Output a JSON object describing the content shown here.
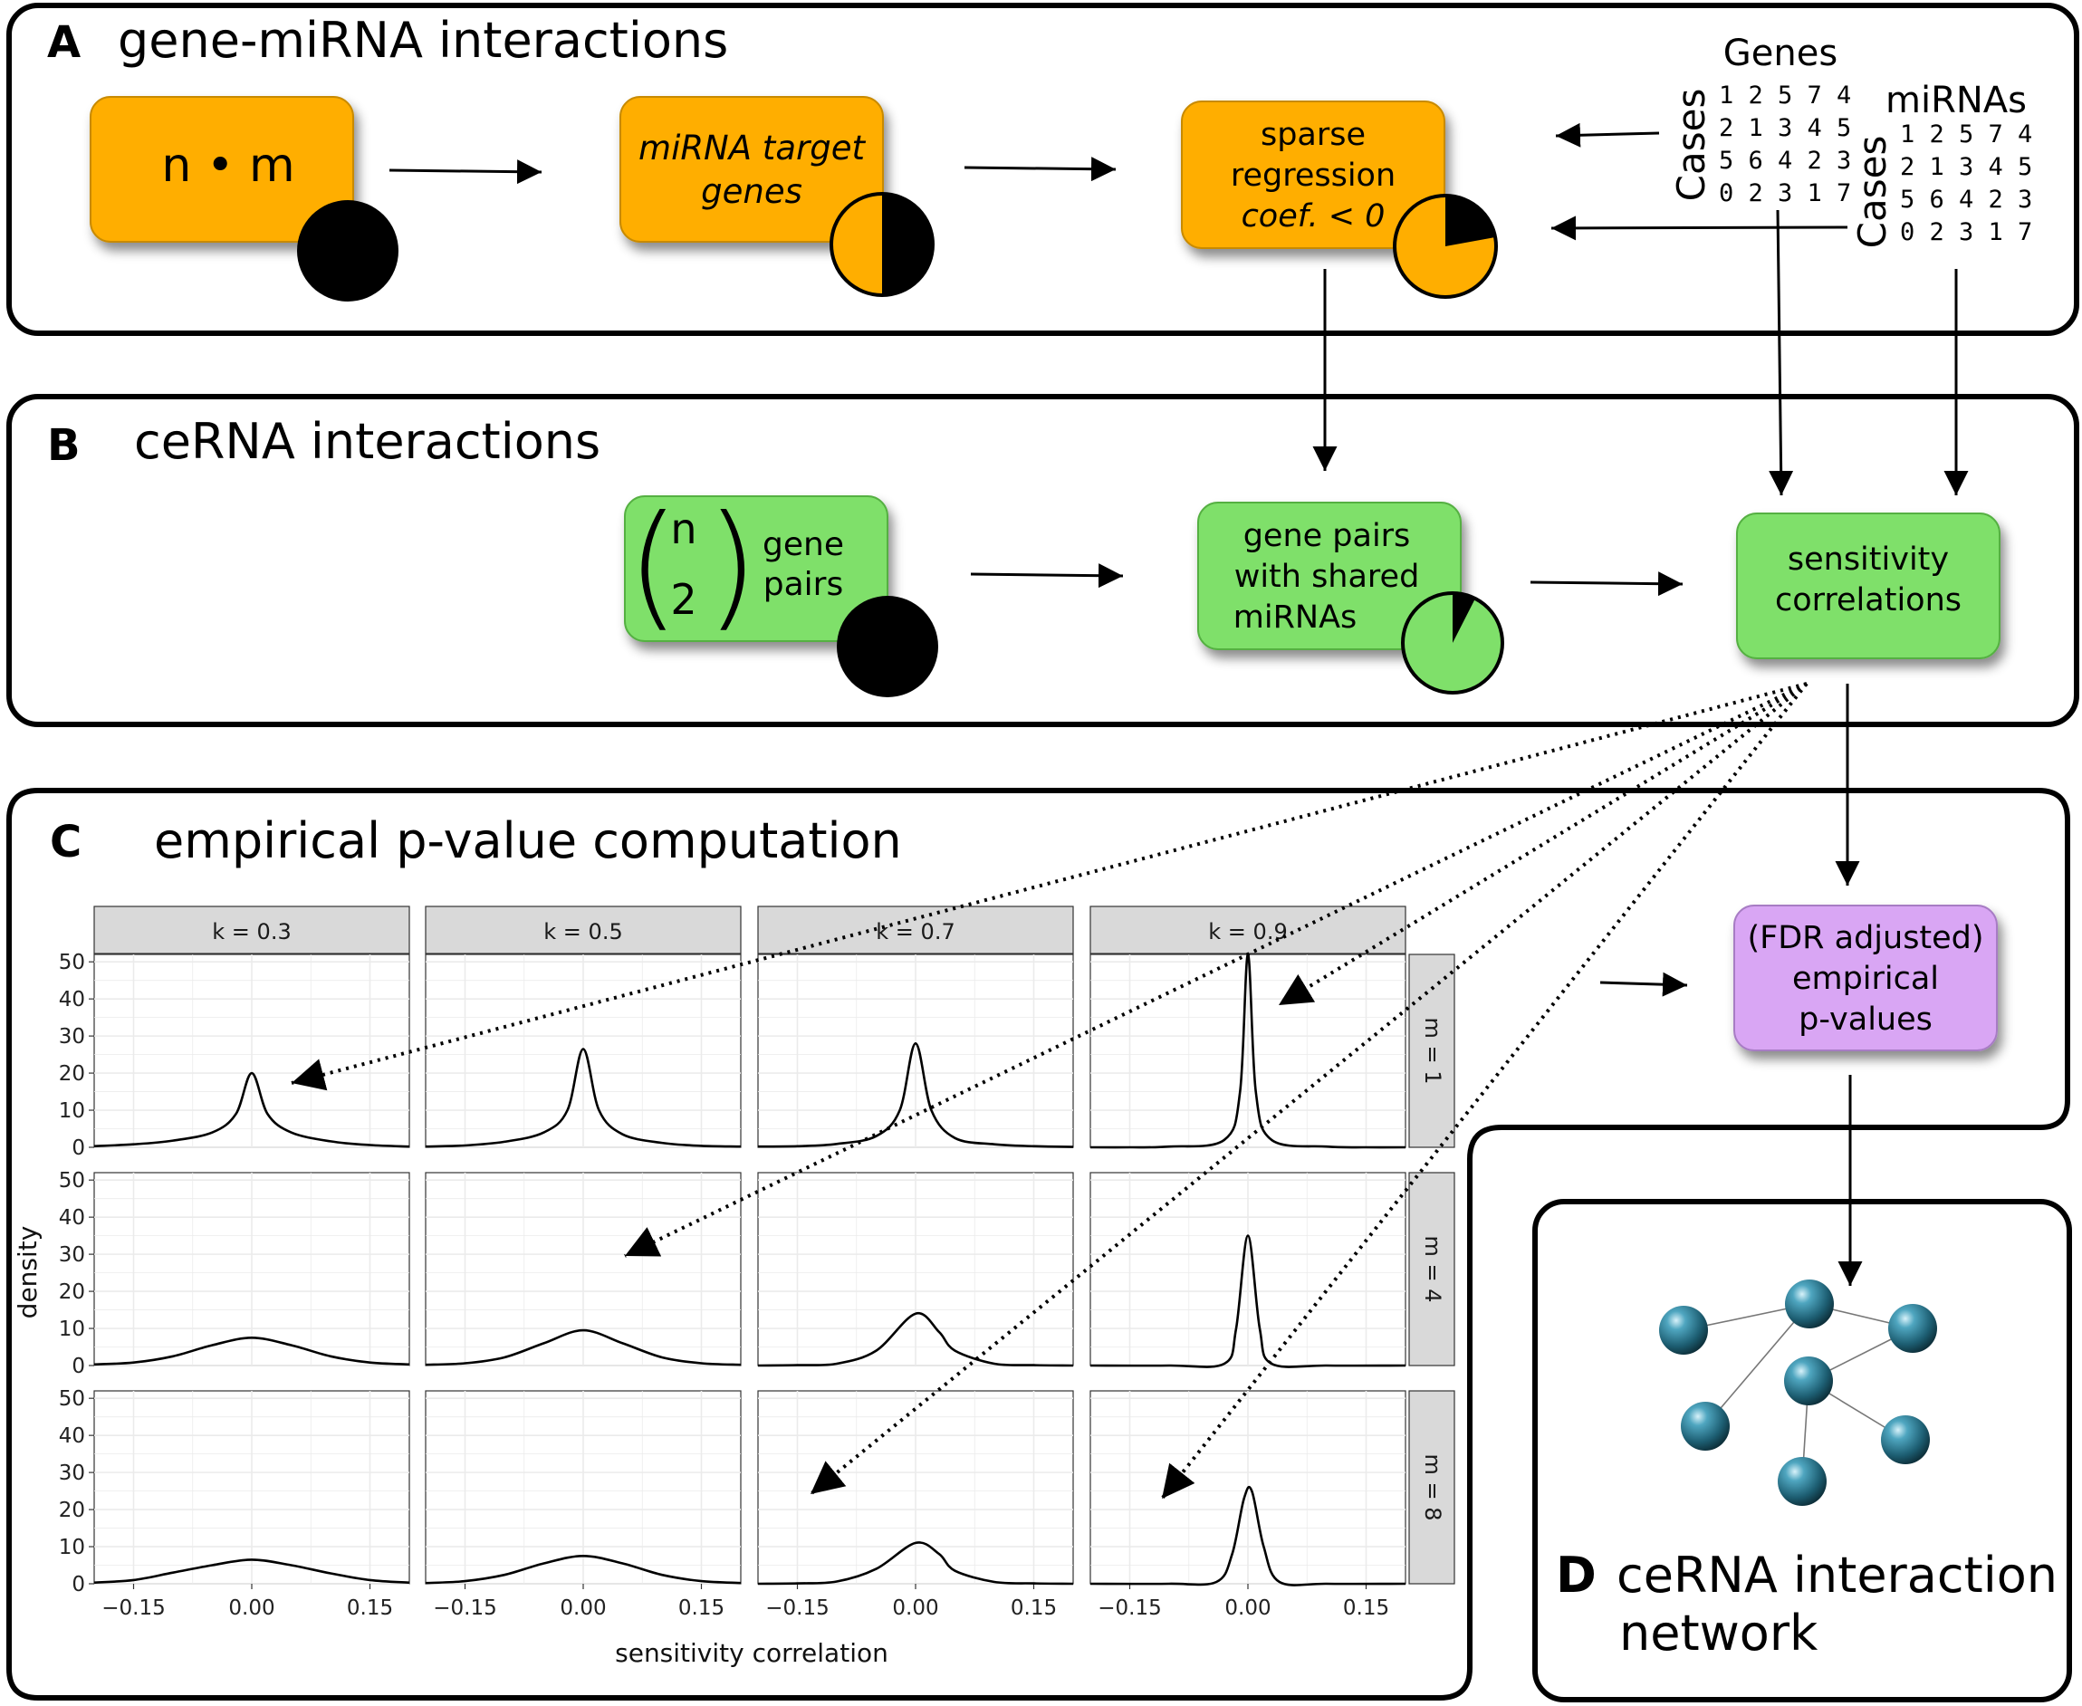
{
  "panels": {
    "a": {
      "letter": "A",
      "title": "gene-miRNA interactions"
    },
    "b": {
      "letter": "B",
      "title": "ceRNA interactions"
    },
    "c": {
      "letter": "C",
      "title": "empirical p-value computation"
    },
    "d": {
      "letter": "D",
      "title_line1": "ceRNA interaction",
      "title_line2": "network"
    }
  },
  "nodes": {
    "nm": {
      "text": "n • m"
    },
    "mirna_targets": {
      "line1": "miRNA target",
      "line2": "genes"
    },
    "sparse": {
      "line1": "sparse",
      "line2": "regression",
      "line3": "coef. < 0"
    },
    "gene_pairs": {
      "n": "n",
      "k": "2",
      "line1": "gene",
      "line2": "pairs"
    },
    "shared": {
      "line1": "gene pairs",
      "line2": "with shared",
      "line3": "miRNAs"
    },
    "sensitivity": {
      "line1": "sensitivity",
      "line2": "correlations"
    },
    "pvalues": {
      "line1": "(FDR adjusted)",
      "line2": "empirical",
      "line3": "p-values"
    }
  },
  "matrices": {
    "genes": {
      "title": "Genes",
      "side": "Cases",
      "rows": [
        "1 2 5 7 4",
        "2 1 3 4 5",
        "5 6 4 2 3",
        "0 2 3 1 7"
      ]
    },
    "mirnas": {
      "title": "miRNAs",
      "side": "Cases",
      "rows": [
        "1 2 5 7 4",
        "2 1 3 4 5",
        "5 6 4 2 3",
        "0 2 3 1 7"
      ]
    }
  },
  "colors": {
    "orange": "#FFAE00",
    "green": "#7FE06A",
    "purple": "#D9A6F4",
    "sphere": "#1F6E86",
    "strip": "#D9D9D9",
    "grid": "#EBEBEB"
  },
  "chart_data": {
    "type": "line",
    "xlabel": "sensitivity correlation",
    "ylabel": "density",
    "xlim": [
      -0.2,
      0.2
    ],
    "ylim": [
      0,
      52
    ],
    "x_ticks": [
      -0.15,
      0.0,
      0.15
    ],
    "x_tick_labels": [
      "−0.15",
      "0.00",
      "0.15"
    ],
    "y_ticks": [
      0,
      10,
      20,
      30,
      40,
      50
    ],
    "col_facets": [
      "k = 0.3",
      "k = 0.5",
      "k = 0.7",
      "k = 0.9"
    ],
    "row_facets": [
      "m = 1",
      "m = 4",
      "m = 8"
    ],
    "series": [
      {
        "row": 0,
        "col": 0,
        "peak": 20,
        "x": [
          -0.2,
          -0.15,
          -0.1,
          -0.05,
          -0.02,
          0,
          0.02,
          0.05,
          0.1,
          0.15,
          0.2
        ],
        "y": [
          0.3,
          0.8,
          1.8,
          4,
          9,
          20,
          9,
          4,
          1.6,
          0.6,
          0.2
        ]
      },
      {
        "row": 0,
        "col": 1,
        "peak": 26.5,
        "x": [
          -0.2,
          -0.15,
          -0.1,
          -0.05,
          -0.02,
          0,
          0.02,
          0.05,
          0.1,
          0.15,
          0.2
        ],
        "y": [
          0.2,
          0.5,
          1.5,
          4,
          10,
          26.5,
          10,
          3.5,
          1.2,
          0.4,
          0.2
        ]
      },
      {
        "row": 0,
        "col": 2,
        "peak": 28,
        "x": [
          -0.2,
          -0.15,
          -0.1,
          -0.05,
          -0.02,
          0,
          0.02,
          0.05,
          0.1,
          0.15,
          0.2
        ],
        "y": [
          0.2,
          0.3,
          0.9,
          3,
          10,
          28,
          10,
          2.5,
          0.8,
          0.3,
          0.1
        ]
      },
      {
        "row": 0,
        "col": 3,
        "peak": 52,
        "x": [
          -0.2,
          -0.15,
          -0.1,
          -0.03,
          -0.01,
          0,
          0.01,
          0.03,
          0.1,
          0.15,
          0.2
        ],
        "y": [
          0,
          0,
          0.2,
          2,
          15,
          52,
          15,
          2,
          0.2,
          0,
          0
        ]
      },
      {
        "row": 1,
        "col": 0,
        "peak": 7.5,
        "x": [
          -0.2,
          -0.15,
          -0.1,
          -0.05,
          0,
          0.05,
          0.1,
          0.15,
          0.2
        ],
        "y": [
          0.3,
          0.8,
          2.5,
          5.5,
          7.5,
          5.5,
          2.5,
          0.8,
          0.3
        ]
      },
      {
        "row": 1,
        "col": 1,
        "peak": 9.5,
        "x": [
          -0.2,
          -0.15,
          -0.1,
          -0.05,
          0,
          0.05,
          0.1,
          0.15,
          0.2
        ],
        "y": [
          0.2,
          0.6,
          2.2,
          6,
          9.5,
          6,
          2.2,
          0.6,
          0.2
        ]
      },
      {
        "row": 1,
        "col": 2,
        "peak": 14,
        "x": [
          -0.2,
          -0.15,
          -0.1,
          -0.05,
          0,
          0.03,
          0.05,
          0.1,
          0.15,
          0.2
        ],
        "y": [
          0,
          0.1,
          0.5,
          4,
          14,
          9,
          4,
          0.5,
          0.1,
          0
        ]
      },
      {
        "row": 1,
        "col": 3,
        "peak": 35,
        "x": [
          -0.2,
          -0.1,
          -0.03,
          -0.015,
          0,
          0.015,
          0.03,
          0.1,
          0.2
        ],
        "y": [
          0,
          0,
          0.5,
          10,
          35,
          10,
          0.5,
          0,
          0
        ]
      },
      {
        "row": 2,
        "col": 0,
        "peak": 6.5,
        "x": [
          -0.2,
          -0.15,
          -0.1,
          -0.05,
          0,
          0.05,
          0.1,
          0.15,
          0.2
        ],
        "y": [
          0.3,
          1,
          3,
          5,
          6.5,
          5,
          2.8,
          1,
          0.3
        ]
      },
      {
        "row": 2,
        "col": 1,
        "peak": 7.5,
        "x": [
          -0.2,
          -0.15,
          -0.1,
          -0.05,
          0,
          0.05,
          0.1,
          0.15,
          0.2
        ],
        "y": [
          0.2,
          0.7,
          2.4,
          5.5,
          7.5,
          5.5,
          2.4,
          0.7,
          0.2
        ]
      },
      {
        "row": 2,
        "col": 2,
        "peak": 11,
        "x": [
          -0.2,
          -0.15,
          -0.1,
          -0.05,
          0,
          0.03,
          0.05,
          0.1,
          0.15,
          0.2
        ],
        "y": [
          0,
          0.1,
          0.6,
          4,
          11,
          8,
          3.5,
          0.5,
          0.1,
          0
        ]
      },
      {
        "row": 2,
        "col": 3,
        "peak": 25,
        "x": [
          -0.2,
          -0.1,
          -0.04,
          -0.02,
          -0.005,
          0.005,
          0.02,
          0.04,
          0.1,
          0.2
        ],
        "y": [
          0,
          0,
          0.5,
          8,
          23,
          25,
          10,
          0.5,
          0,
          0
        ]
      }
    ]
  }
}
